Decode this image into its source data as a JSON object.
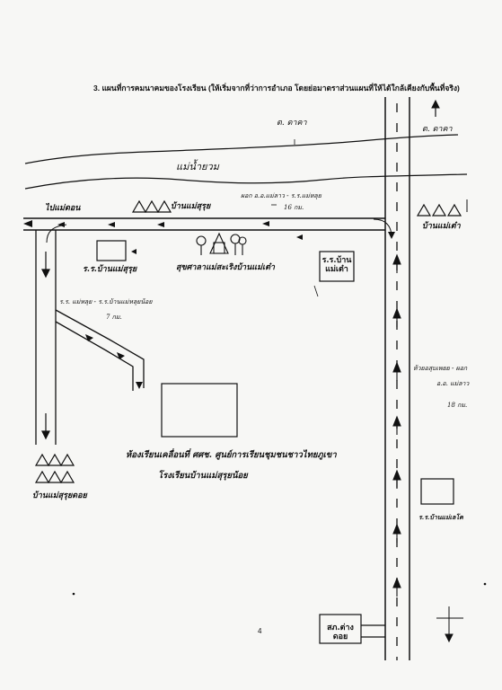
{
  "title": "3. แผนที่การคมนาคมของโรงเรียน (ให้เริ่มจากที่ว่าการอำเภอ โดยย่อมาตราส่วนแผนที่ให้ได้ใกล้เคียงกับพื้นที่จริง)",
  "labels": {
    "top_district_1": "ต. ดาคา",
    "top_district_2": "ต. ดาคา",
    "river": "แม่น้ำยวม",
    "left_road_dest": "ไปแม่ดอน",
    "village_top": "บ้านแม่สุรุย",
    "road_distance_top": "ผอก อ.อ.แม่ลาว - ร.ร.แม่หลุย",
    "road_km_top": "16 กม.",
    "village_right_top": "บ้านแม่เต๋า",
    "school_1": "ร.ร.บ้านแม่สุรุย",
    "health_center": "สุขศาลาแม่สะเริงบ้านแม่เต๋า",
    "school_right_line1": "ร.ร.บ้าน",
    "school_right_line2": "แม่เต๋า",
    "branch_route": "ร.ร. แม่หลุย - ร.ร.บ้านแม่หลุยน้อย",
    "branch_km": "7 กม.",
    "right_route_line1": "ห้วยอสุบเพยย - ผอก",
    "right_route_line2": "อ.อ. แม่ลาว",
    "right_route_km": "18 กม.",
    "main_school_line1": "ห้องเรียนเคลื่อนที่ ศศช. ศูนย์การเรียนชุมชนชาวไทยภูเขา",
    "main_school_line2": "โรงเรียนบ้านแม่สุรุยน้อย",
    "village_bottom_left": "บ้านแม่สุรุยดอย",
    "school_right_bottom": "ร.ร.บ้านแม่เลโค",
    "police": "สภ.ต่างดอย",
    "page_number": "4"
  },
  "colors": {
    "ink": "#111111",
    "paper": "#f7f7f5"
  }
}
